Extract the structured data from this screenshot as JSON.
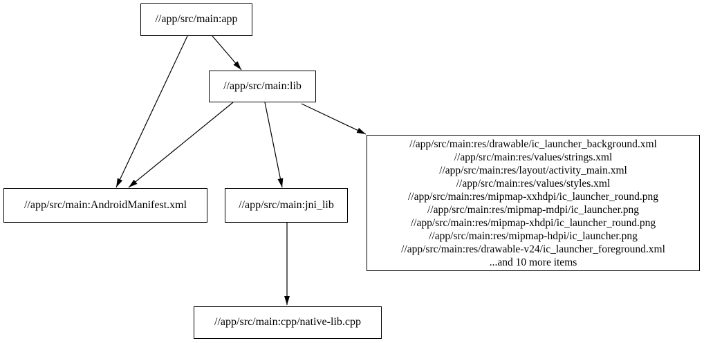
{
  "canvas": {
    "background_color": "#ffffff",
    "stroke_color": "#000000",
    "text_color": "#000000"
  },
  "graph": {
    "type": "directed-dependency-graph",
    "nodes": {
      "app": {
        "label": "//app/src/main:app"
      },
      "lib": {
        "label": "//app/src/main:lib"
      },
      "android_manifest": {
        "label": "//app/src/main:AndroidManifest.xml"
      },
      "jni_lib": {
        "label": "//app/src/main:jni_lib"
      },
      "res_list": {
        "lines": [
          "//app/src/main:res/drawable/ic_launcher_background.xml",
          "//app/src/main:res/values/strings.xml",
          "//app/src/main:res/layout/activity_main.xml",
          "//app/src/main:res/values/styles.xml",
          "//app/src/main:res/mipmap-xxhdpi/ic_launcher_round.png",
          "//app/src/main:res/mipmap-mdpi/ic_launcher.png",
          "//app/src/main:res/mipmap-xhdpi/ic_launcher_round.png",
          "//app/src/main:res/mipmap-hdpi/ic_launcher.png",
          "//app/src/main:res/drawable-v24/ic_launcher_foreground.xml",
          "...and 10 more items"
        ]
      },
      "native_lib_cpp": {
        "label": "//app/src/main:cpp/native-lib.cpp"
      }
    },
    "edges": [
      {
        "from": "app",
        "to": "lib"
      },
      {
        "from": "app",
        "to": "android_manifest"
      },
      {
        "from": "lib",
        "to": "android_manifest"
      },
      {
        "from": "lib",
        "to": "jni_lib"
      },
      {
        "from": "lib",
        "to": "res_list"
      },
      {
        "from": "jni_lib",
        "to": "native_lib_cpp"
      }
    ]
  }
}
